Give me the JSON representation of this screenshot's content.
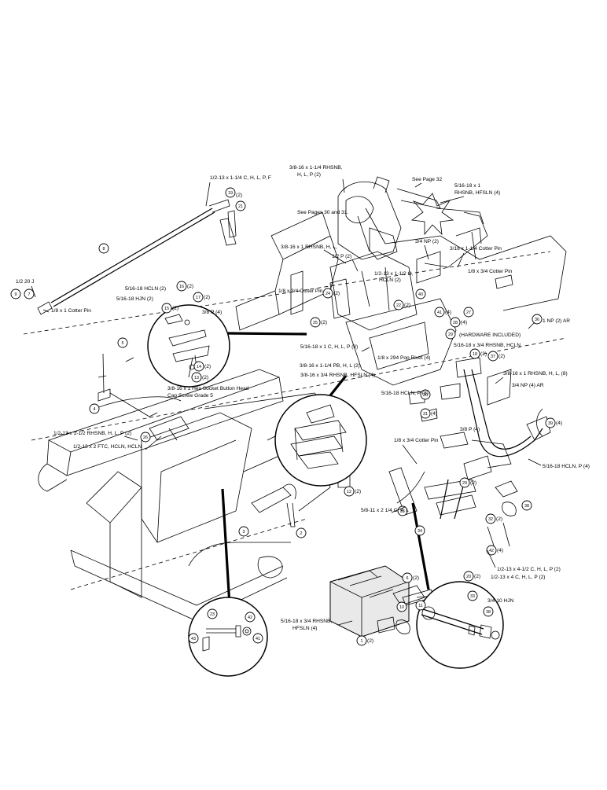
{
  "callouts": [
    {
      "id": "c-1-2-13-1-1-4",
      "text": "1/2-13 x 1-1/4 C, H, L, P, F"
    },
    {
      "id": "c-3-8-16-1-1-4-rhsnb-a",
      "text": "3/8-16 x 1-1/4 RHSNB,"
    },
    {
      "id": "c-3-8-16-1-1-4-rhsnb-b",
      "text": "H, L, P (2)"
    },
    {
      "id": "c-see-page-32",
      "text": "See Page 32"
    },
    {
      "id": "c-5-16-18-1-rhsnb-a",
      "text": "5/16-18 x 1"
    },
    {
      "id": "c-5-16-18-1-rhsnb-b",
      "text": "RHSNB, HFSLN (4)"
    },
    {
      "id": "c-see-pages-30-31",
      "text": "See Pages 30 and 31."
    },
    {
      "id": "c-3-8-16-1-rhsnb",
      "text": "3/8-16 x 1 RHSNB, H, L,"
    },
    {
      "id": "c-3-4-np-2",
      "text": "3/4 NP (2)"
    },
    {
      "id": "c-3-16-1-1-4-cotter",
      "text": "3/16 x 1-1/4 Cotter Pin"
    },
    {
      "id": "c-1-2-p-2",
      "text": "1/2 P (2)"
    },
    {
      "id": "c-1-2-13-1-1-2-a",
      "text": "1/2-13 x 1-1/2 C,"
    },
    {
      "id": "c-1-2-13-1-1-2-b",
      "text": "HCLN (2)"
    },
    {
      "id": "c-1-8-3-4-cotter-right",
      "text": "1/8 x 3/4 Cotter Pin"
    },
    {
      "id": "c-1-8-3-4-cotter-mid",
      "text": "1/8 x 3/4 Cotter Pin"
    },
    {
      "id": "c-1-2-20-j",
      "text": "1/2 20 J"
    },
    {
      "id": "c-1-8-1-cotter",
      "text": "1/8 x 1 Cotter Pin"
    },
    {
      "id": "c-5-16-18-hcln-2",
      "text": "5/16-18 HCLN (2)"
    },
    {
      "id": "c-5-16-18-hjn-2",
      "text": "5/16-18 HJN (2)"
    },
    {
      "id": "c-3-8-p-4",
      "text": "3/8 P (4)"
    },
    {
      "id": "c-1-np-2-ar",
      "text": "1 NP (2) AR"
    },
    {
      "id": "c-hardware-included",
      "text": "(HARDWARE INCLUDED)"
    },
    {
      "id": "c-5-16-18-3-4-rhsnb-hcln",
      "text": "5/16-18 x 3/4 RHSNB, HCLN"
    },
    {
      "id": "c-5-16-18-1-chlp",
      "text": "5/16-18 x 1 C, H, L, P (8)"
    },
    {
      "id": "c-1-8-294-pop",
      "text": "1/8 x 294 Pop Rivet (4)"
    },
    {
      "id": "c-3-8-16-1-1-4-pb",
      "text": "3/8-16 x 1-1/4 PB, H, L (2)"
    },
    {
      "id": "c-3-8-16-3-4-rhsnb-hfsln",
      "text": "3/8-16 x 3/4 RHSNB, HFSLN (4)"
    },
    {
      "id": "c-3-8-16-1-rhsnb-hl-8",
      "text": "3/8-16 x 1 RHSNB, H, L, (8)"
    },
    {
      "id": "c-3-4-np-4-ar",
      "text": "3/4 NP (4) AR"
    },
    {
      "id": "c-5-16-18-hcln-p-8",
      "text": "5/16-18 HCLN, P (8)"
    },
    {
      "id": "c-3-8-16-1-hex-a",
      "text": "3/8-16 x 1 Hex Socket Button Head"
    },
    {
      "id": "c-3-8-16-1-hex-b",
      "text": "Cap Screw Grade 5"
    },
    {
      "id": "c-3-8-p-4-right",
      "text": "3/8 P (4)"
    },
    {
      "id": "c-1-2-13-1-1-2-rhsnb",
      "text": "1/2-13 x 1-1/2 RHSNB, H, L, P (2)"
    },
    {
      "id": "c-1-2-13-2-ftc",
      "text": "1/2-13 x 2 FTC, HCLN, HCLN"
    },
    {
      "id": "c-1-8-3-4-cotter-low",
      "text": "1/8 x 3/4 Cotter Pin"
    },
    {
      "id": "c-5-16-18-hcln-p-4",
      "text": "5/16-18 HCLN, P (4)"
    },
    {
      "id": "c-5-8-11-2-1-4",
      "text": "5/8-11 x 2 1/4 C, P, L"
    },
    {
      "id": "c-1-2-13-4-1-2",
      "text": "1/2-13 x 4-1/2 C, H, L, P (2)"
    },
    {
      "id": "c-1-2-13-4",
      "text": "1/2-13 x 4 C, H, L, P (2)"
    },
    {
      "id": "c-3-4-10-hjn",
      "text": "3/4-10 HJN"
    },
    {
      "id": "c-5-16-18-3-4-rhsnb-a",
      "text": "5/16-18 x 3/4 RHSNB,"
    },
    {
      "id": "c-5-16-18-3-4-rhsnb-b",
      "text": "HFSLN (4)"
    }
  ],
  "bubbles": [
    {
      "id": "b-8",
      "num": "8"
    },
    {
      "id": "b-9",
      "num": "9"
    },
    {
      "id": "b-7",
      "num": "7"
    },
    {
      "id": "b-19",
      "num": "19"
    },
    {
      "id": "b-21-top",
      "num": "21"
    },
    {
      "id": "b-16",
      "num": "16"
    },
    {
      "id": "b-17",
      "num": "17"
    },
    {
      "id": "b-15",
      "num": "15"
    },
    {
      "id": "b-14",
      "num": "14"
    },
    {
      "id": "b-13",
      "num": "13"
    },
    {
      "id": "b-5",
      "num": "5"
    },
    {
      "id": "b-4",
      "num": "4"
    },
    {
      "id": "b-26",
      "num": "26"
    },
    {
      "id": "b-24",
      "num": "24"
    },
    {
      "id": "b-25",
      "num": "25"
    },
    {
      "id": "b-22",
      "num": "22"
    },
    {
      "id": "b-40",
      "num": "40"
    },
    {
      "id": "b-41-top",
      "num": "41"
    },
    {
      "id": "b-27",
      "num": "27"
    },
    {
      "id": "b-28",
      "num": "28"
    },
    {
      "id": "b-29-top",
      "num": "29"
    },
    {
      "id": "b-36",
      "num": "36"
    },
    {
      "id": "b-37",
      "num": "37"
    },
    {
      "id": "b-18",
      "num": "18"
    },
    {
      "id": "b-30",
      "num": "30"
    },
    {
      "id": "b-31",
      "num": "31"
    },
    {
      "id": "b-39",
      "num": "39"
    },
    {
      "id": "b-12",
      "num": "12"
    },
    {
      "id": "b-3",
      "num": "3"
    },
    {
      "id": "b-2",
      "num": "2"
    },
    {
      "id": "b-29-low",
      "num": "29"
    },
    {
      "id": "b-32",
      "num": "32"
    },
    {
      "id": "b-38",
      "num": "38"
    },
    {
      "id": "b-34",
      "num": "34"
    },
    {
      "id": "b-35",
      "num": "35"
    },
    {
      "id": "b-42-right",
      "num": "42"
    },
    {
      "id": "b-20",
      "num": "20"
    },
    {
      "id": "b-6",
      "num": "6"
    },
    {
      "id": "b-10",
      "num": "10"
    },
    {
      "id": "b-11",
      "num": "11"
    },
    {
      "id": "b-1",
      "num": "1"
    },
    {
      "id": "b-33",
      "num": "33"
    },
    {
      "id": "b-38-detail",
      "num": "38"
    },
    {
      "id": "b-23",
      "num": "23"
    },
    {
      "id": "b-43",
      "num": "43"
    },
    {
      "id": "b-41-low",
      "num": "41"
    },
    {
      "id": "b-42-low",
      "num": "42"
    }
  ],
  "quantities": [
    {
      "id": "q-16",
      "text": "(2)"
    },
    {
      "id": "q-17",
      "text": "(2)"
    },
    {
      "id": "q-15",
      "text": "(2)"
    },
    {
      "id": "q-14",
      "text": "(2)"
    },
    {
      "id": "q-13",
      "text": "(2)"
    },
    {
      "id": "q-24",
      "text": "(2)"
    },
    {
      "id": "q-25",
      "text": "(2)"
    },
    {
      "id": "q-22",
      "text": "(2)"
    },
    {
      "id": "q-41",
      "text": "(4)"
    },
    {
      "id": "q-28",
      "text": "(4)"
    },
    {
      "id": "q-18",
      "text": "(2)"
    },
    {
      "id": "q-37",
      "text": "(2)"
    },
    {
      "id": "q-31",
      "text": "(4)"
    },
    {
      "id": "q-39",
      "text": "(4)"
    },
    {
      "id": "q-12",
      "text": "(2)"
    },
    {
      "id": "q-29",
      "text": "(2)"
    },
    {
      "id": "q-32",
      "text": "(2)"
    },
    {
      "id": "q-42",
      "text": "(4)"
    },
    {
      "id": "q-20",
      "text": "(2)"
    },
    {
      "id": "q-6",
      "text": "(2)"
    },
    {
      "id": "q-1",
      "text": "(2)"
    },
    {
      "id": "q-19",
      "text": "(2)"
    }
  ]
}
